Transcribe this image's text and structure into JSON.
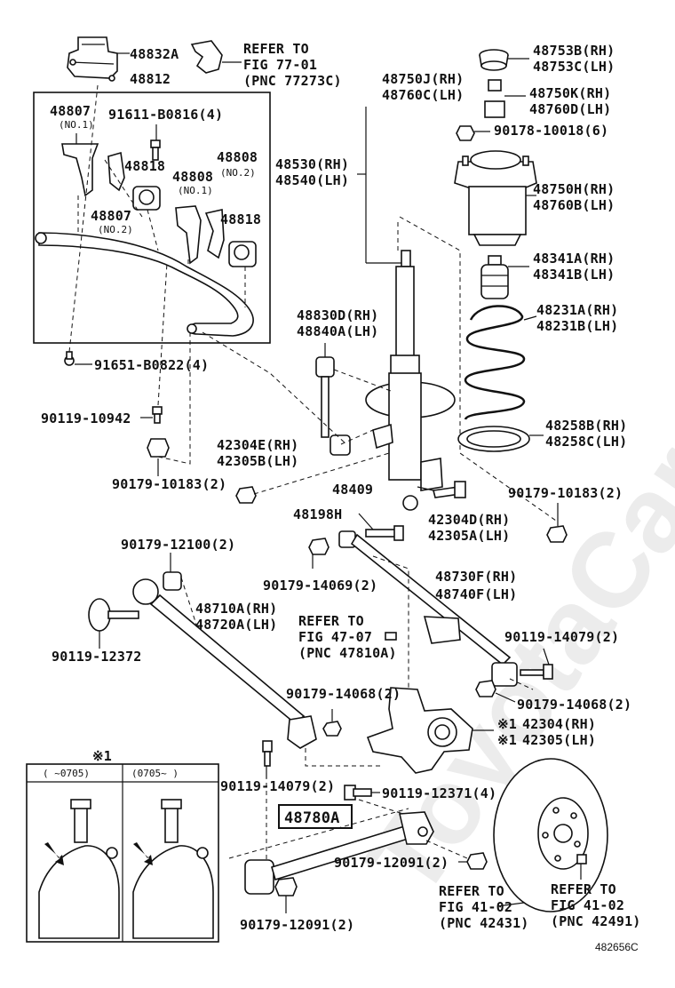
{
  "watermark": "ToyotaCar.ru",
  "diagram_id": "482656C",
  "labels": {
    "p48832A": "48832A",
    "p48812": "48812",
    "refer_77_1": "REFER TO",
    "refer_77_2": "FIG 77-01",
    "refer_77_3": "(PNC 77273C)",
    "p48807_1": "48807",
    "no1_a": "(NO.1)",
    "p91611": "91611-B0816(4)",
    "p48818_1": "48818",
    "p48808_1": "48808",
    "p48808_2": "48808",
    "no2_a": "(NO.2)",
    "no1_b": "(NO.1)",
    "p48807_2": "48807",
    "no2_b": "(NO.2)",
    "p48818_2": "48818",
    "p91651": "91651-B0822(4)",
    "p90119_10942": "90119-10942",
    "p90179_10183_l": "90179-10183(2)",
    "p48750J": "48750J(RH)",
    "p48760C": "48760C(LH)",
    "p48530": "48530(RH)",
    "p48540": "48540(LH)",
    "p48830D": "48830D(RH)",
    "p48840A": "48840A(LH)",
    "p42304E": "42304E(RH)",
    "p42305B": "42305B(LH)",
    "p48409": "48409",
    "p48198H": "48198H",
    "p48753B": "48753B(RH)",
    "p48753C": "48753C(LH)",
    "p48750K": "48750K(RH)",
    "p48760D": "48760D(LH)",
    "p90178": "90178-10018(6)",
    "p48750H": "48750H(RH)",
    "p48760B": "48760B(LH)",
    "p48341A": "48341A(RH)",
    "p48341B": "48341B(LH)",
    "p48231A": "48231A(RH)",
    "p48231B": "48231B(LH)",
    "p48258B": "48258B(RH)",
    "p48258C": "48258C(LH)",
    "p90179_10183_r": "90179-10183(2)",
    "p42304D": "42304D(RH)",
    "p42305A": "42305A(LH)",
    "p90179_12100": "90179-12100(2)",
    "p90179_14069": "90179-14069(2)",
    "p48730F": "48730F(RH)",
    "p48740F": "48740F(LH)",
    "p48710A": "48710A(RH)",
    "p48720A": "48720A(LH)",
    "refer_47_1": "REFER TO",
    "refer_47_2": "FIG 47-07",
    "refer_47_3": "(PNC 47810A)",
    "p90119_12372": "90119-12372",
    "p90119_14079_r": "90119-14079(2)",
    "p90179_14068_c": "90179-14068(2)",
    "p90179_14068_r": "90179-14068(2)",
    "p42304_rh": "42304(RH)",
    "p42305_lh": "42305(LH)",
    "mark1": "※1",
    "mark2": "※1",
    "mark_box": "※1",
    "box_h1": "(   ~0705)",
    "box_h2": "(0705~   )",
    "p90119_14079_l": "90119-14079(2)",
    "p90119_12371": "90119-12371(4)",
    "p48780A": "48780A",
    "p90179_12091_r": "90179-12091(2)",
    "p90179_12091_l": "90179-12091(2)",
    "refer_41a_1": "REFER TO",
    "refer_41a_2": "FIG 41-02",
    "refer_41a_3": "(PNC 42431)",
    "refer_41b_1": "REFER TO",
    "refer_41b_2": "FIG 41-02",
    "refer_41b_3": "(PNC 42491)"
  }
}
